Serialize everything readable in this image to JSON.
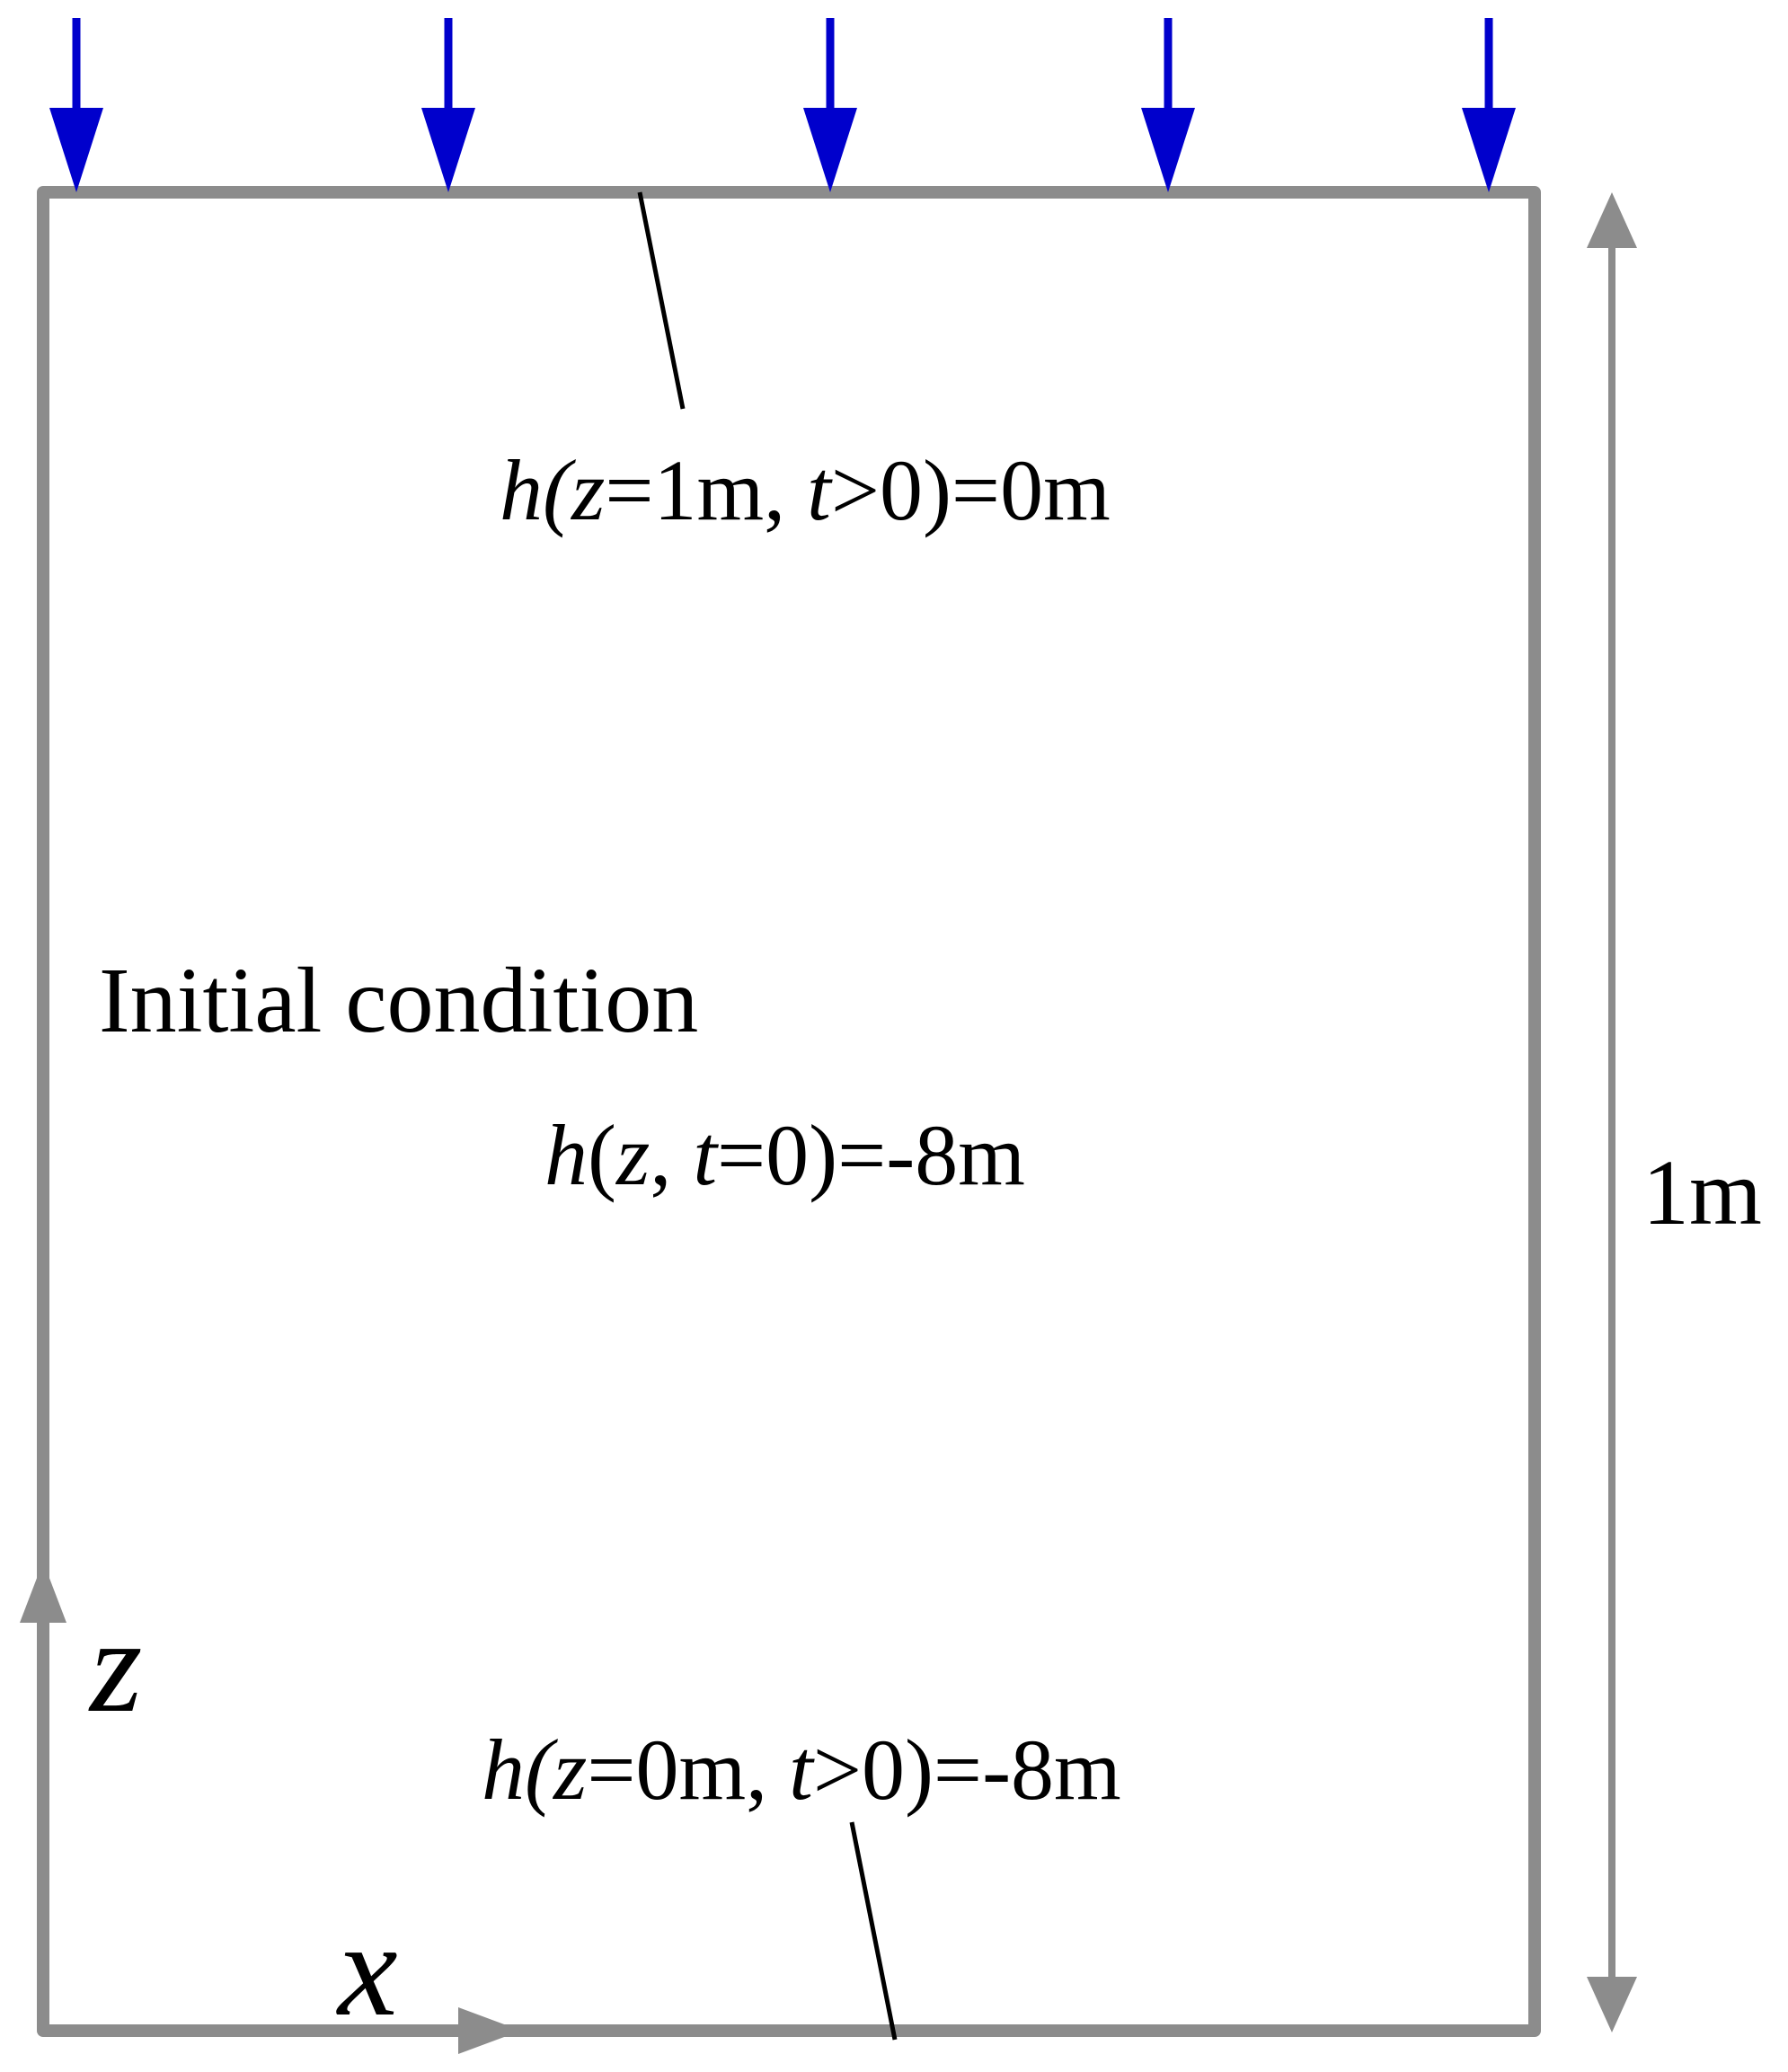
{
  "colors": {
    "boundary": "#8c8c8c",
    "flux_arrow": "#0000cc",
    "leader_line": "#000000",
    "text": "#000000"
  },
  "labels": {
    "top_boundary": {
      "h": "h",
      "open": "(",
      "z": "z",
      "eq1": "=1m, ",
      "t": "t",
      "rest": ">0)=0m"
    },
    "initial_title": "Initial condition",
    "initial_condition": {
      "h": "h",
      "open": "(",
      "z": "z",
      "comma": ", ",
      "t": "t",
      "rest": "=0)=-8m"
    },
    "bottom_boundary": {
      "h": "h",
      "open": "(",
      "z": "z",
      "eq1": "=0m, ",
      "t": "t",
      "rest": ">0)=-8m"
    },
    "height_dimension": "1m",
    "axis_z": "z",
    "axis_x": "x"
  },
  "icons": {
    "flux_arrows": "down-arrow-icon",
    "dimension_arrow": "double-arrow-icon"
  }
}
